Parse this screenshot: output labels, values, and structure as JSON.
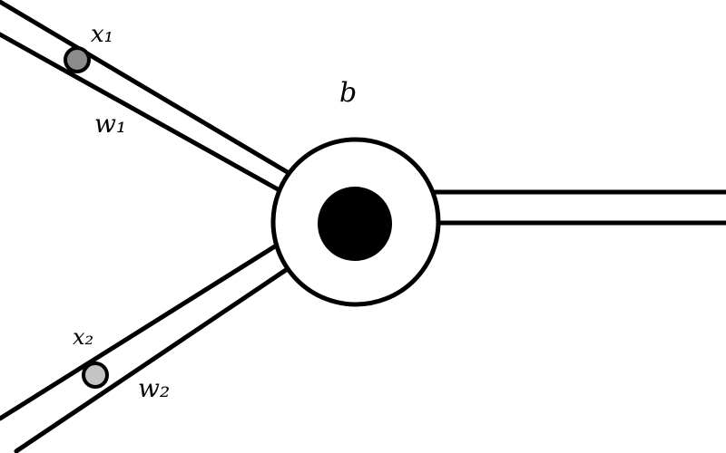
{
  "diagram": {
    "labels": {
      "x1": "x₁",
      "w1": "w₁",
      "x2": "x₂",
      "w2": "w₂",
      "bias": "b"
    },
    "colors": {
      "stroke": "#000000",
      "background": "#ffffff",
      "input_1_fill": "#8c8c8c",
      "input_2_fill": "#c4c4c4",
      "nucleus_fill": "#000000"
    }
  }
}
